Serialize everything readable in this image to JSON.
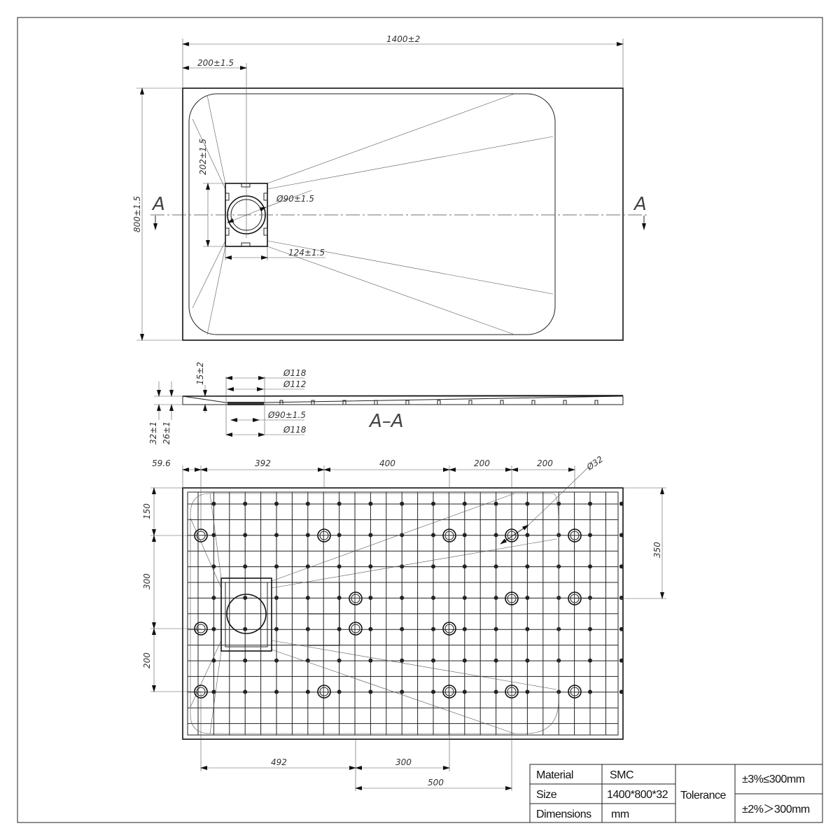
{
  "top_view": {
    "dim_length": "1400±2",
    "dim_drain_offset_x": "200±1.5",
    "dim_width": "800±1.5",
    "dim_drain_offset_y": "202±1.5",
    "dim_drain_dia": "Ø90±1.5",
    "dim_drain_box": "124±1.5",
    "section_mark_left": "A",
    "section_mark_right": "A"
  },
  "section_view": {
    "label": "A–A",
    "dim_drop": "15±2",
    "dim_total_height": "32±1",
    "dim_base_height": "26±1",
    "dim_dia_top1": "Ø118",
    "dim_dia_top2": "Ø112",
    "dim_dia_bottom1": "Ø90±1.5",
    "dim_dia_bottom2": "Ø118"
  },
  "bottom_view": {
    "dims_top": [
      "59.6",
      "392",
      "400",
      "200",
      "200"
    ],
    "dim_hole_dia": "Ø32",
    "dims_left": [
      "150",
      "300",
      "200"
    ],
    "dim_right": "350",
    "dims_bottom": [
      "492",
      "300",
      "500"
    ]
  },
  "title_block": {
    "material_label": "Material",
    "material_value": "SMC",
    "size_label": "Size",
    "size_value": "1400*800*32",
    "dimensions_label": "Dimensions",
    "dimensions_value": "mm",
    "tolerance_label": "Tolerance",
    "tolerance_1": "±3%≤300mm",
    "tolerance_2": "±2%＞300mm"
  }
}
